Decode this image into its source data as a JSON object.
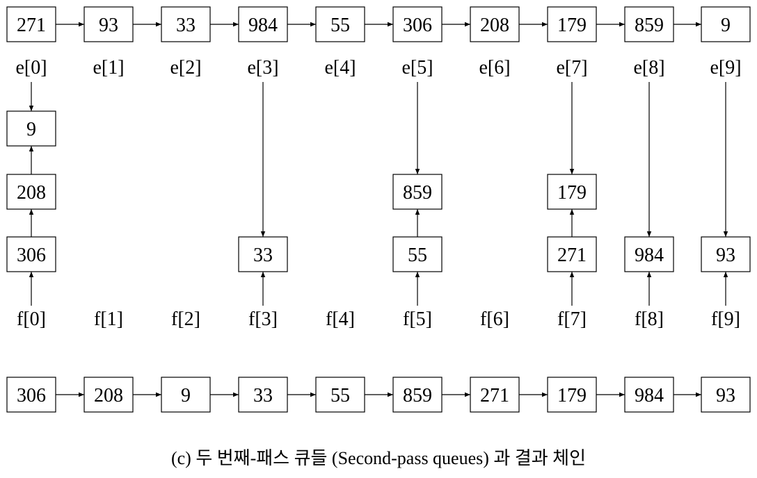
{
  "input_chain": [
    "271",
    "93",
    "33",
    "984",
    "55",
    "306",
    "208",
    "179",
    "859",
    "9"
  ],
  "e_labels": [
    "e[0]",
    "e[1]",
    "e[2]",
    "e[3]",
    "e[4]",
    "e[5]",
    "e[6]",
    "e[7]",
    "e[8]",
    "e[9]"
  ],
  "f_labels": [
    "f[0]",
    "f[1]",
    "f[2]",
    "f[3]",
    "f[4]",
    "f[5]",
    "f[6]",
    "f[7]",
    "f[8]",
    "f[9]"
  ],
  "queues": [
    [
      "306",
      "208",
      "9"
    ],
    [],
    [],
    [
      "33"
    ],
    [],
    [
      "55",
      "859"
    ],
    [],
    [
      "271",
      "179"
    ],
    [
      "984"
    ],
    [
      "93"
    ]
  ],
  "result_chain": [
    "306",
    "208",
    "9",
    "33",
    "55",
    "859",
    "271",
    "179",
    "984",
    "93"
  ],
  "caption": "(c) 두 번째-패스 큐들 (Second-pass queues) 과 결과 체인"
}
